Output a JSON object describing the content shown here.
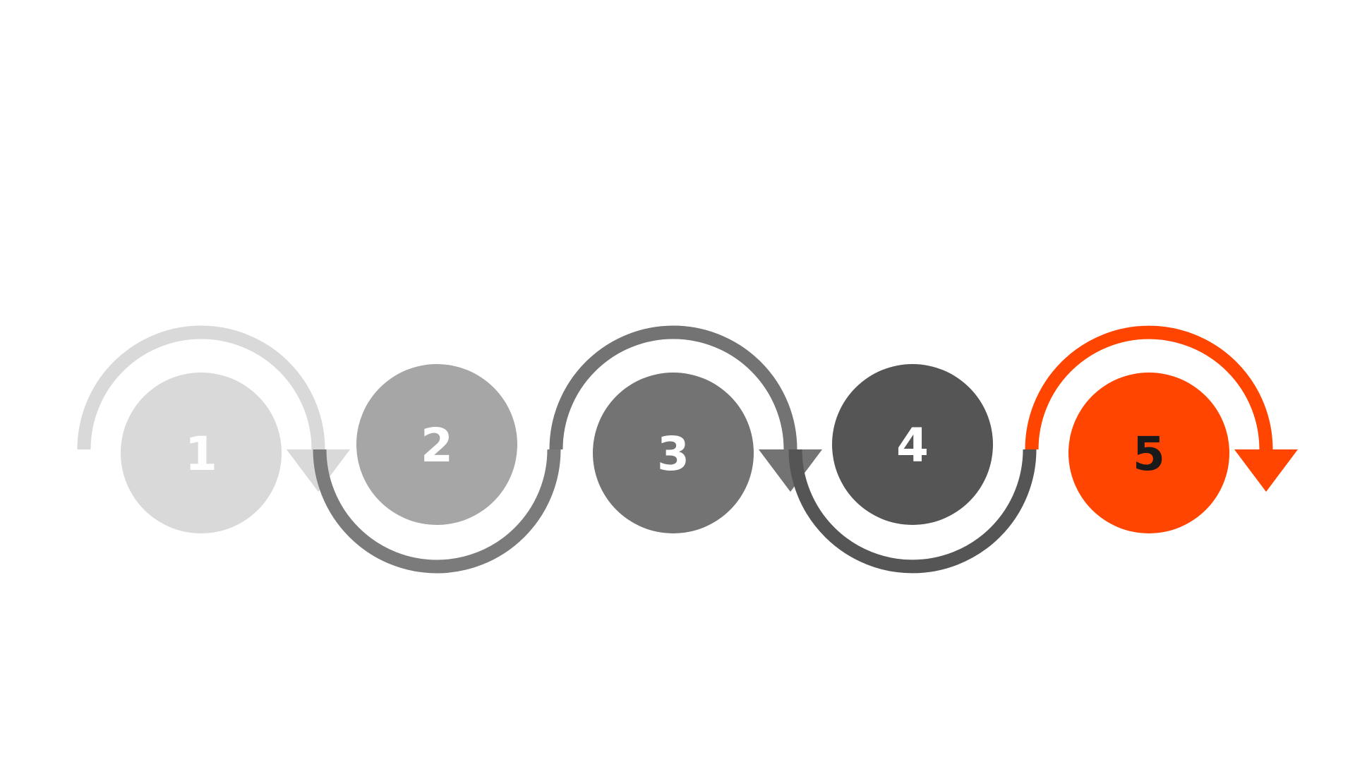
{
  "steps": [
    {
      "number": "1",
      "circle_color": "#d9d9d9",
      "arc_color": "#d9d9d9",
      "text_color": "#ffffff",
      "arc_direction": "over"
    },
    {
      "number": "2",
      "circle_color": "#a6a6a6",
      "arc_color": "#7b7b7b",
      "text_color": "#ffffff",
      "arc_direction": "under"
    },
    {
      "number": "3",
      "circle_color": "#737373",
      "arc_color": "#737373",
      "text_color": "#ffffff",
      "arc_direction": "over"
    },
    {
      "number": "4",
      "circle_color": "#555555",
      "arc_color": "#555555",
      "text_color": "#ffffff",
      "arc_direction": "under"
    },
    {
      "number": "5",
      "circle_color": "#ff4500",
      "arc_color": "#ff4500",
      "text_color": "#1a1a1a",
      "arc_direction": "over"
    }
  ]
}
